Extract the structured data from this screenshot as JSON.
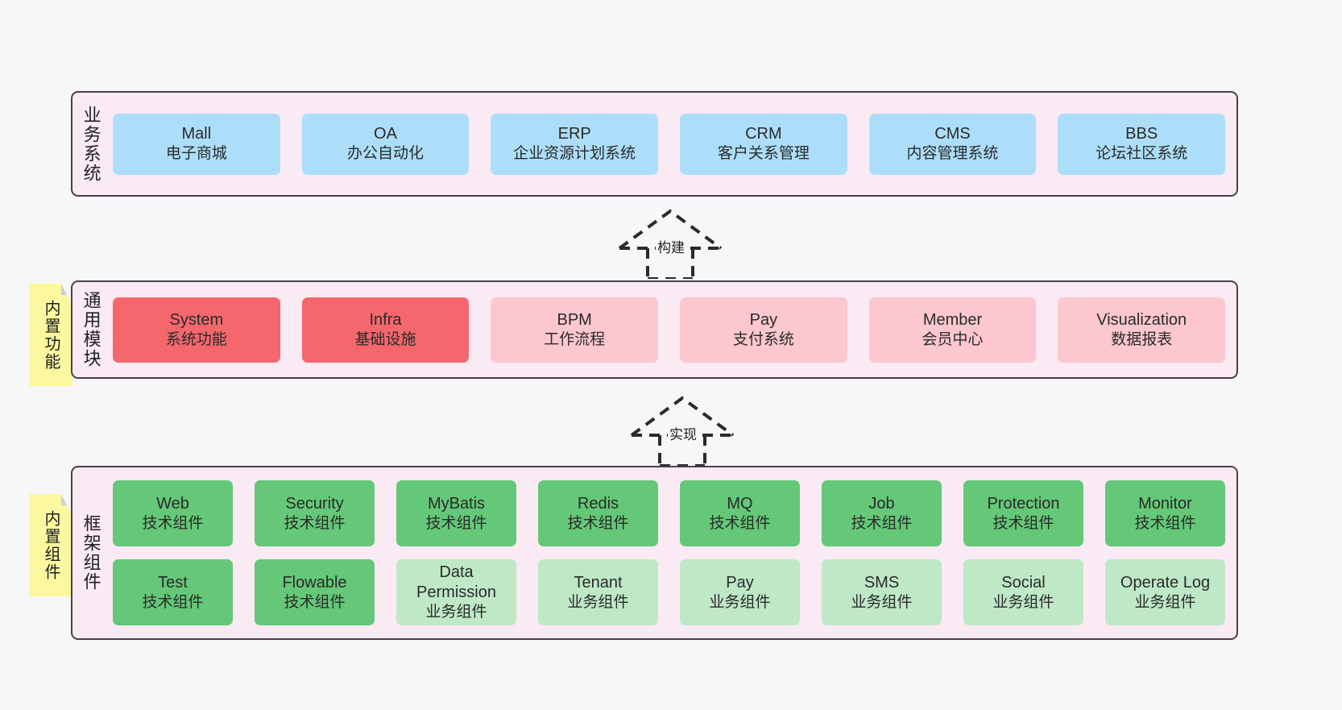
{
  "diagram": {
    "title": "",
    "background_color": "#f7f7f7",
    "band_background": "#faeaf4",
    "band_border_color": "#4a4048",
    "note_color": "#fbf8a0"
  },
  "bands": [
    {
      "id": "business",
      "label": "业务系统",
      "accent": "#addef9",
      "rows": [
        [
          {
            "name": "Mall",
            "desc": "电子商城",
            "color": "#addef9"
          },
          {
            "name": "OA",
            "desc": "办公自动化",
            "color": "#addef9"
          },
          {
            "name": "ERP",
            "desc": "企业资源计划系统",
            "color": "#addef9"
          },
          {
            "name": "CRM",
            "desc": "客户关系管理",
            "color": "#addef9"
          },
          {
            "name": "CMS",
            "desc": "内容管理系统",
            "color": "#addef9"
          },
          {
            "name": "BBS",
            "desc": "论坛社区系统",
            "color": "#addef9"
          }
        ]
      ]
    },
    {
      "id": "modules",
      "label": "通用模块",
      "accent": "#f4676d",
      "rows": [
        [
          {
            "name": "System",
            "desc": "系统功能",
            "color": "#f4676d"
          },
          {
            "name": "Infra",
            "desc": "基础设施",
            "color": "#f4676d"
          },
          {
            "name": "BPM",
            "desc": "工作流程",
            "color": "#fcc7ce"
          },
          {
            "name": "Pay",
            "desc": "支付系统",
            "color": "#fcc7ce"
          },
          {
            "name": "Member",
            "desc": "会员中心",
            "color": "#fcc7ce"
          },
          {
            "name": "Visualization",
            "desc": "数据报表",
            "color": "#fcc7ce"
          }
        ]
      ]
    },
    {
      "id": "framework",
      "label": "框架组件",
      "accent": "#64c878",
      "rows": [
        [
          {
            "name": "Web",
            "desc": "技术组件",
            "color": "#64c878"
          },
          {
            "name": "Security",
            "desc": "技术组件",
            "color": "#64c878"
          },
          {
            "name": "MyBatis",
            "desc": "技术组件",
            "color": "#64c878"
          },
          {
            "name": "Redis",
            "desc": "技术组件",
            "color": "#64c878"
          },
          {
            "name": "MQ",
            "desc": "技术组件",
            "color": "#64c878"
          },
          {
            "name": "Job",
            "desc": "技术组件",
            "color": "#64c878"
          },
          {
            "name": "Protection",
            "desc": "技术组件",
            "color": "#64c878"
          },
          {
            "name": "Monitor",
            "desc": "技术组件",
            "color": "#64c878"
          }
        ],
        [
          {
            "name": "Test",
            "desc": "技术组件",
            "color": "#64c878"
          },
          {
            "name": "Flowable",
            "desc": "技术组件",
            "color": "#64c878"
          },
          {
            "name": "Data Permission",
            "desc": "业务组件",
            "color": "#bee8c6"
          },
          {
            "name": "Tenant",
            "desc": "业务组件",
            "color": "#bee8c6"
          },
          {
            "name": "Pay",
            "desc": "业务组件",
            "color": "#bee8c6"
          },
          {
            "name": "SMS",
            "desc": "业务组件",
            "color": "#bee8c6"
          },
          {
            "name": "Social",
            "desc": "业务组件",
            "color": "#bee8c6"
          },
          {
            "name": "Operate Log",
            "desc": "业务组件",
            "color": "#bee8c6"
          }
        ]
      ]
    }
  ],
  "notes": [
    {
      "id": "functions",
      "label": "内置功能"
    },
    {
      "id": "components",
      "label": "内置组件"
    }
  ],
  "arrows": [
    {
      "id": "build",
      "label": "构建",
      "from": "modules",
      "to": "business",
      "style": "dashed-generalization"
    },
    {
      "id": "impl",
      "label": "实现",
      "from": "framework",
      "to": "modules",
      "style": "dashed-generalization"
    }
  ]
}
